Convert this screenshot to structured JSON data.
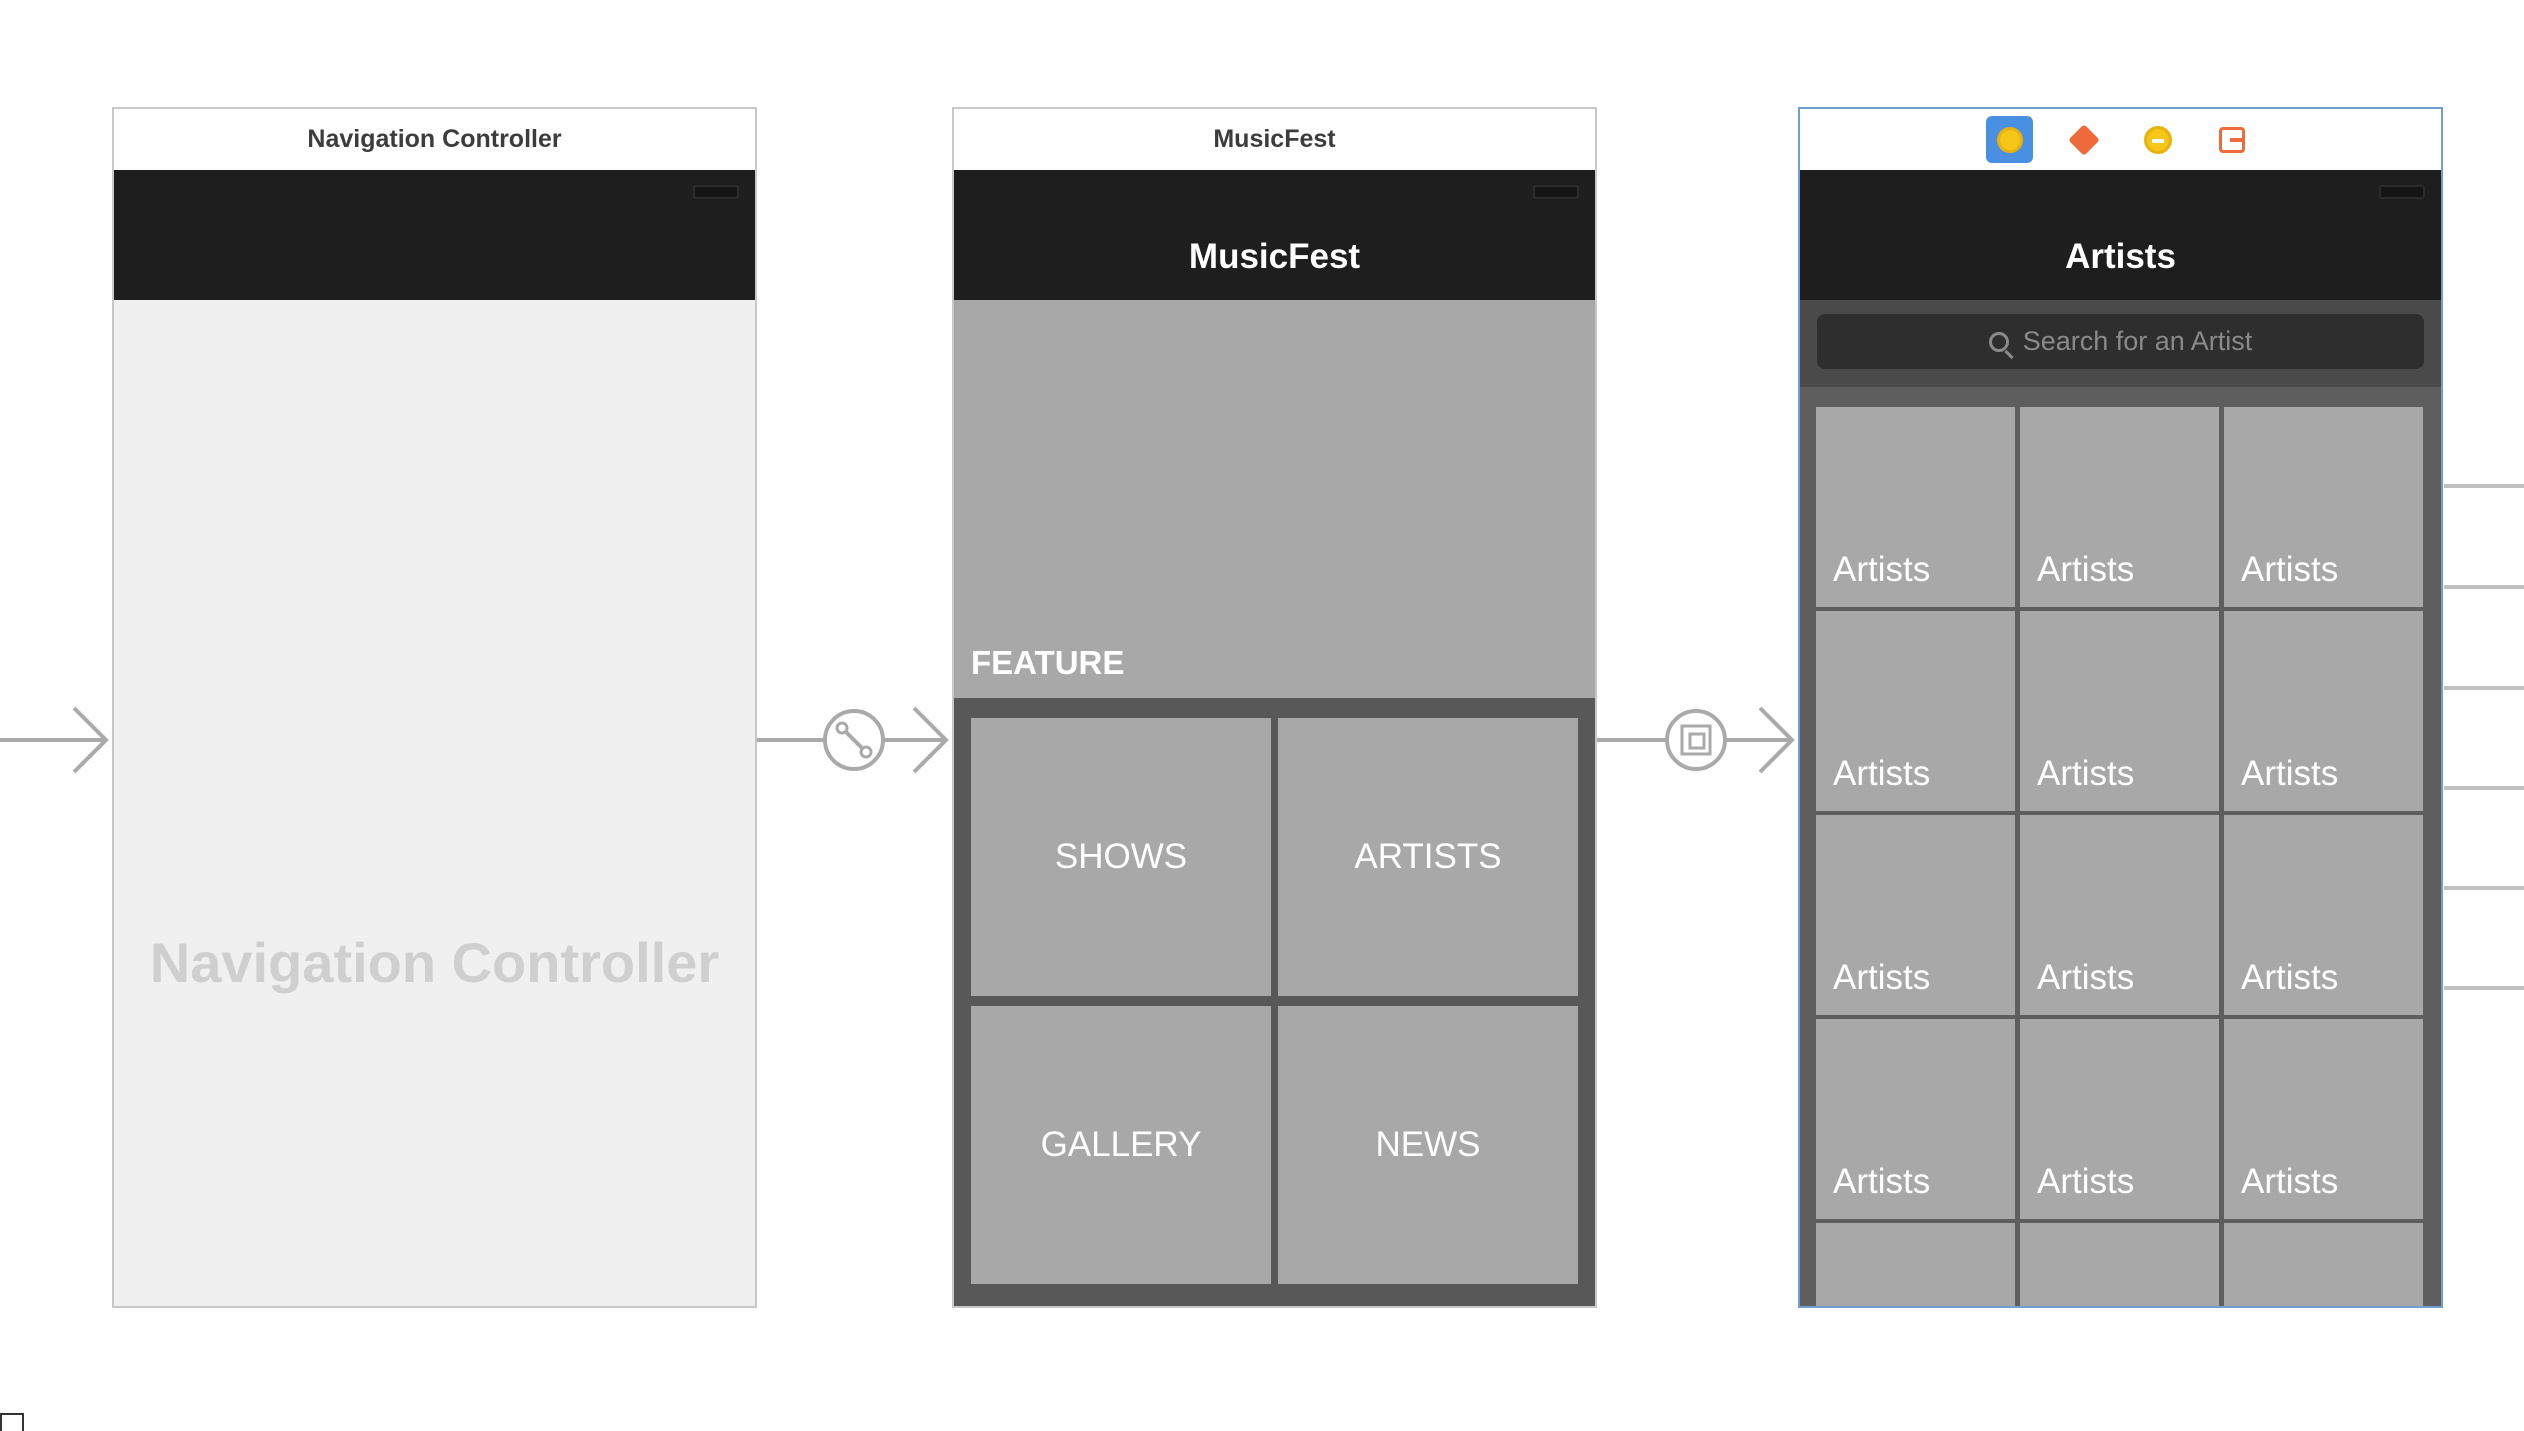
{
  "scenes": {
    "navigation": {
      "title": "Navigation Controller",
      "placeholder": "Navigation Controller"
    },
    "musicfest": {
      "title": "MusicFest",
      "nav_title": "MusicFest",
      "feature_label": "FEATURE",
      "tiles": [
        "SHOWS",
        "ARTISTS",
        "GALLERY",
        "NEWS"
      ]
    },
    "artists": {
      "nav_title": "Artists",
      "search_placeholder": "Search for an Artist",
      "cell_label": "Artists",
      "dock_icons": [
        "view-controller-icon",
        "first-responder-icon",
        "object-icon",
        "exit-icon"
      ]
    }
  },
  "colors": {
    "nav_bar": "#1e1e1e",
    "tile_gray": "#a8a8a8",
    "selection_blue": "#6f9fd1",
    "connector_gray": "#aaaaaa"
  }
}
